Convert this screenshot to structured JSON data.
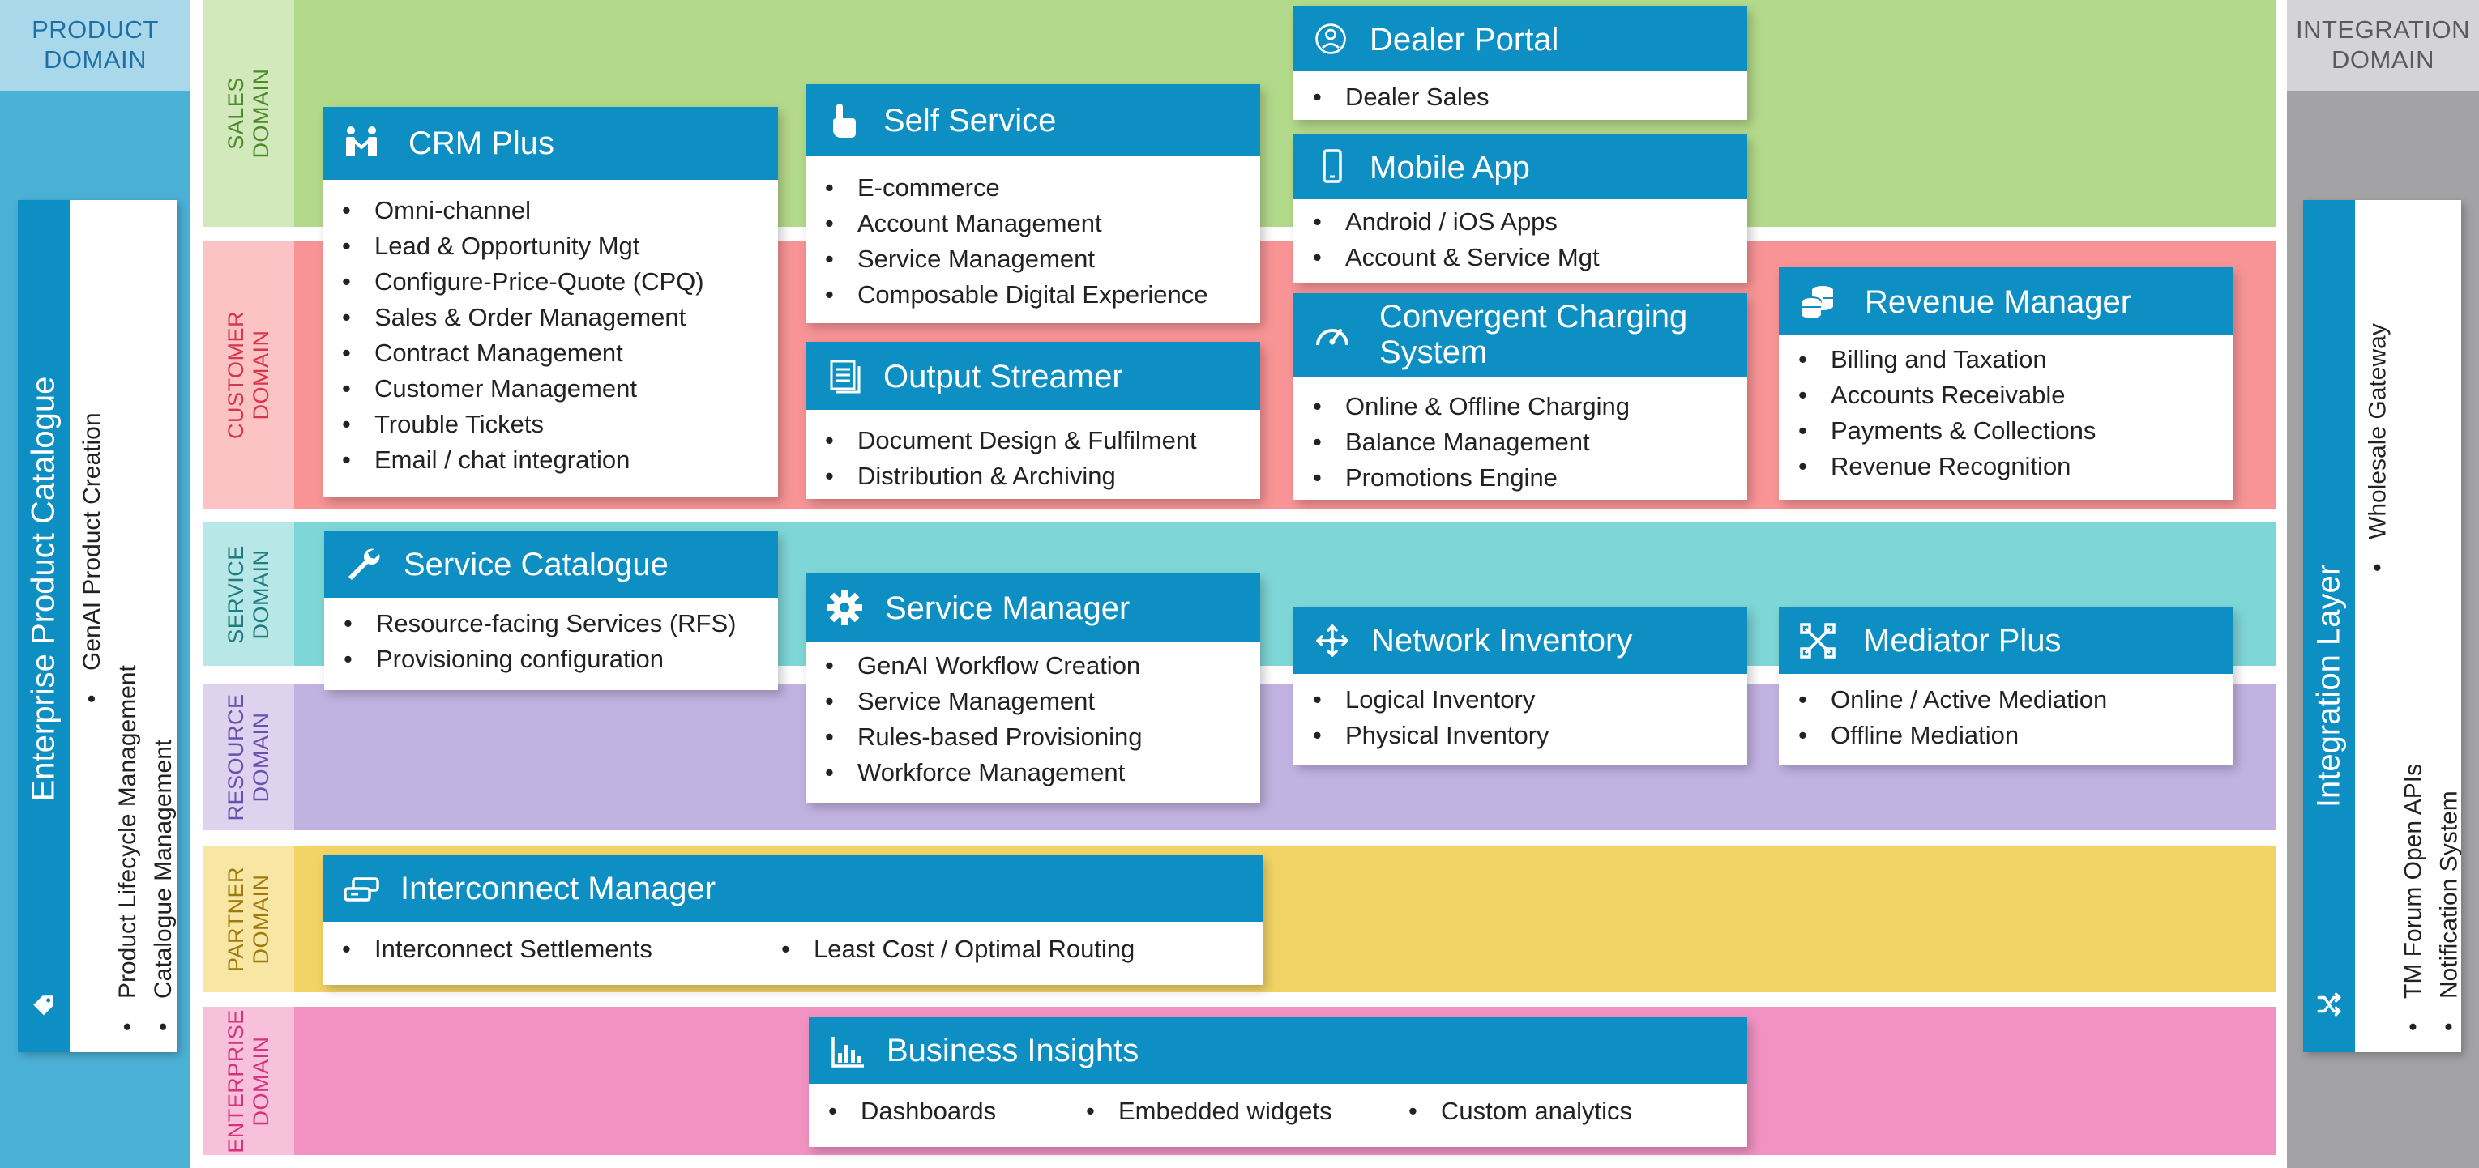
{
  "columns": {
    "product_domain": "PRODUCT\nDOMAIN",
    "integration_domain": "INTEGRATION\nDOMAIN"
  },
  "domains": {
    "sales": "SALES\nDOMAIN",
    "customer": "CUSTOMER\nDOMAIN",
    "service": "SERVICE\nDOMAIN",
    "resource": "RESOURCE\nDOMAIN",
    "partner": "PARTNER\nDOMAIN",
    "enterprise": "ENTERPRISE\nDOMAIN"
  },
  "colors": {
    "card_header": "#0e8fc4",
    "product_column": "#4bb1d6",
    "integration_column": "#a3a3a5",
    "sales": "#b3d98a",
    "customer": "#f89496",
    "service": "#7fd6d6",
    "resource": "#c2b2e2",
    "partner": "#f2d466",
    "enterprise": "#f292c2"
  },
  "enterprise_catalogue": {
    "title": "Enterprise Product Catalogue",
    "icon": "tag-icon",
    "items": [
      "GenAI Product Creation",
      "Product Lifecycle Management",
      "Catalogue Management"
    ]
  },
  "integration_layer": {
    "title": "Integration Layer",
    "icon": "shuffle-icon",
    "items": [
      "Wholesale Gateway",
      "TM Forum Open APIs",
      "Notification System"
    ]
  },
  "cards": {
    "crm_plus": {
      "title": "CRM Plus",
      "icon": "handshake-icon",
      "items": [
        "Omni-channel",
        "Lead & Opportunity Mgt",
        "Configure-Price-Quote (CPQ)",
        "Sales & Order Management",
        "Contract Management",
        "Customer Management",
        "Trouble Tickets",
        "Email / chat integration"
      ]
    },
    "self_service": {
      "title": "Self Service",
      "icon": "pointer-hand-icon",
      "items": [
        "E-commerce",
        "Account Management",
        "Service Management",
        "Composable Digital Experience"
      ]
    },
    "dealer_portal": {
      "title": "Dealer Portal",
      "icon": "dealer-badge-icon",
      "items": [
        "Dealer Sales"
      ]
    },
    "mobile_app": {
      "title": "Mobile App",
      "icon": "smartphone-icon",
      "items": [
        "Android / iOS Apps",
        "Account & Service Mgt"
      ]
    },
    "output_streamer": {
      "title": "Output Streamer",
      "icon": "document-stack-icon",
      "items": [
        "Document Design & Fulfilment",
        "Distribution & Archiving"
      ]
    },
    "convergent_charging": {
      "title_line1": "Convergent Charging",
      "title_line2": "System",
      "icon": "gauge-icon",
      "items": [
        "Online & Offline Charging",
        "Balance Management",
        "Promotions Engine"
      ]
    },
    "revenue_manager": {
      "title": "Revenue Manager",
      "icon": "coins-icon",
      "items": [
        "Billing and Taxation",
        "Accounts Receivable",
        "Payments & Collections",
        "Revenue Recognition"
      ]
    },
    "service_catalogue": {
      "title": "Service Catalogue",
      "icon": "wrench-icon",
      "items": [
        "Resource-facing Services (RFS)",
        "Provisioning configuration"
      ]
    },
    "service_manager": {
      "title": "Service Manager",
      "icon": "gear-icon",
      "items": [
        "GenAI Workflow Creation",
        "Service Management",
        "Rules-based Provisioning",
        "Workforce Management"
      ]
    },
    "network_inventory": {
      "title": "Network Inventory",
      "icon": "network-arrows-icon",
      "items": [
        "Logical Inventory",
        "Physical Inventory"
      ]
    },
    "mediator_plus": {
      "title": "Mediator Plus",
      "icon": "mediation-nodes-icon",
      "items": [
        "Online / Active Mediation",
        "Offline Mediation"
      ]
    },
    "interconnect_manager": {
      "title": "Interconnect Manager",
      "icon": "interconnect-icon",
      "items": [
        "Interconnect Settlements",
        "Least Cost / Optimal Routing"
      ]
    },
    "business_insights": {
      "title": "Business Insights",
      "icon": "bar-chart-icon",
      "items": [
        "Dashboards",
        "Embedded widgets",
        "Custom analytics"
      ]
    }
  }
}
